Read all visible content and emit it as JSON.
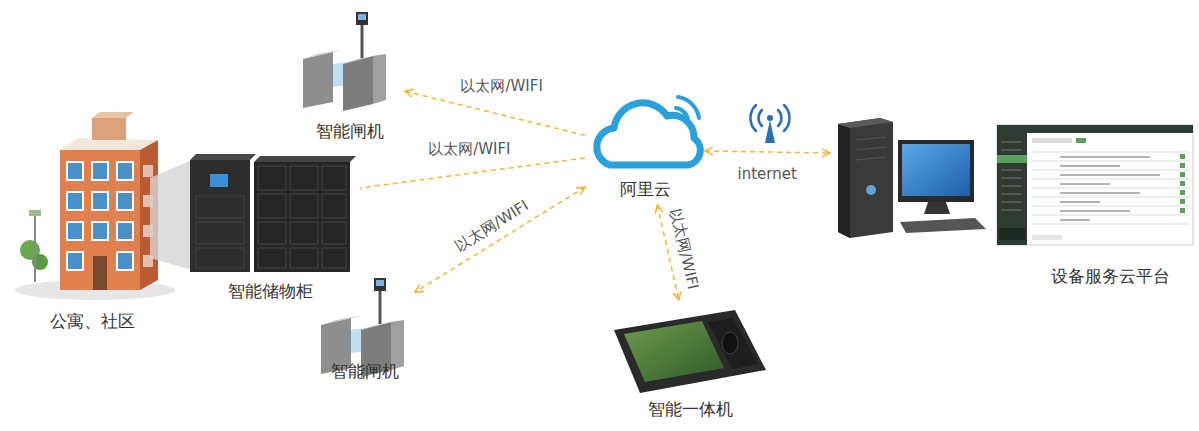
{
  "diagram": {
    "nodes": [
      {
        "text": [
          "智能闸机"
        ]
      },
      {
        "text": [
          "公寓、社区"
        ]
      },
      {
        "text": [
          "智能储物柜"
        ]
      },
      {
        "text": [
          "智能闸机"
        ]
      },
      {
        "text": [
          "阿里云"
        ]
      },
      {
        "text": [
          "智能一体机"
        ]
      },
      {
        "text": [
          "设备服务云平台"
        ]
      }
    ],
    "edges": [
      {
        "from": 4,
        "to": 0,
        "arrow": "to",
        "label": "以太网/WIFI"
      },
      {
        "from": 4,
        "to": 2,
        "arrow": "none",
        "label": "以太网/WIFI"
      },
      {
        "from": 4,
        "to": 3,
        "arrow": "both",
        "label": "以太网/WIFI"
      },
      {
        "from": 4,
        "to": 5,
        "arrow": "both",
        "label": "以太网/WIFI"
      },
      {
        "from": 4,
        "to": 6,
        "arrow": "both",
        "label": "internet"
      }
    ]
  }
}
